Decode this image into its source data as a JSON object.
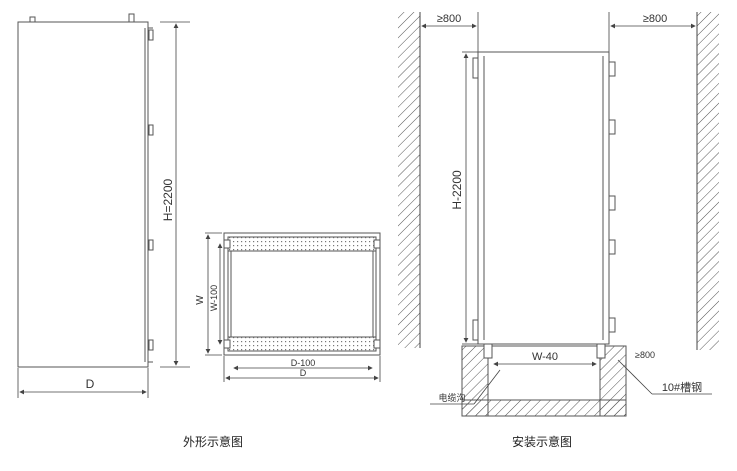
{
  "left_figure": {
    "height_label": "H=2200",
    "depth_label": "D",
    "caption": "外形示意图"
  },
  "top_view": {
    "width_label": "W",
    "inner_width_label": "W-100",
    "inner_depth_label": "D-100",
    "depth_label": "D"
  },
  "right_figure": {
    "clearance_left": "≥800",
    "clearance_right": "≥800",
    "clearance_bottom": "≥800",
    "height_label": "H-2200",
    "base_width_label": "W-40",
    "cable_trench_label": "电缆沟",
    "channel_steel_label": "10#槽钢",
    "caption": "安装示意图"
  }
}
